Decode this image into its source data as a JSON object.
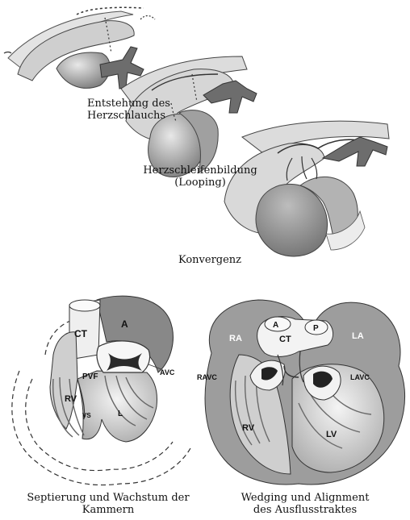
{
  "captions": {
    "stage1_line1": "Entstehung des",
    "stage1_line2": "Herzschlauchs",
    "stage2_line1": "Herzschleifenbildung",
    "stage2_line2": "(Looping)",
    "stage3": "Konvergenz",
    "stage4_line1": "Septierung und Wachstum der",
    "stage4_line2": "Kammern",
    "stage5_line1": "Wedging und Alignment",
    "stage5_line2": "des Ausflusstraktes"
  },
  "labels_left": {
    "ct": "CT",
    "a": "A",
    "avc": "AVC",
    "pvf": "PVF",
    "rv": "RV",
    "vs": "VS",
    "l": "L"
  },
  "labels_right": {
    "ra": "RA",
    "la": "LA",
    "a": "A",
    "ct": "CT",
    "p": "P",
    "ravc": "RAVC",
    "lavc": "LAVC",
    "rv": "RV",
    "lv": "LV"
  }
}
